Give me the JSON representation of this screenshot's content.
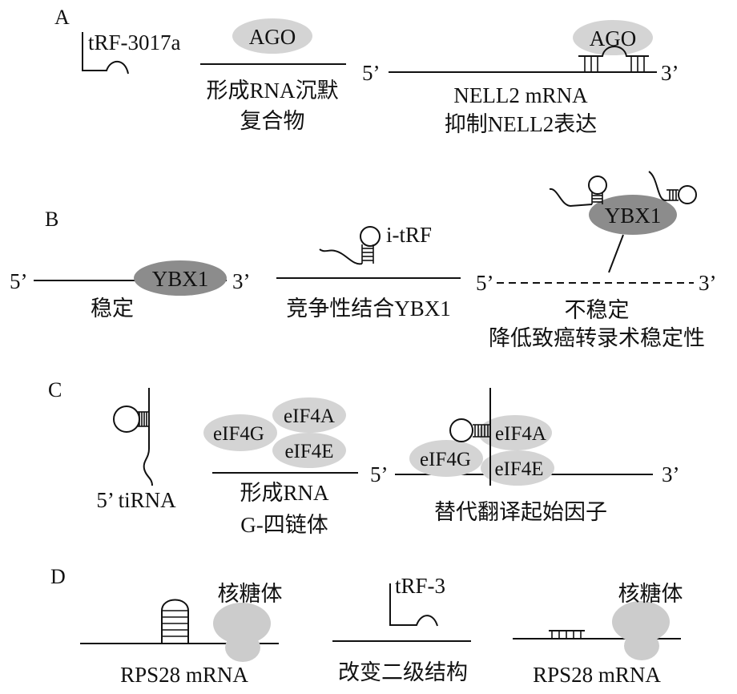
{
  "colors": {
    "light_protein": "#d4d4d4",
    "dark_protein": "#8c8c8c",
    "ribosome": "#cccccc"
  },
  "panels": {
    "a": {
      "label": "A",
      "trf_label": "tRF-3017a",
      "ago_left": "AGO",
      "caption_left": [
        "形成RNA沉默",
        "复合物"
      ],
      "five_prime": "5’",
      "ago_right": "AGO",
      "three_prime": "3’",
      "mrna_label": "NELL2 mRNA",
      "caption_right": "抑制NELL2表达"
    },
    "b": {
      "label": "B",
      "five_prime_left": "5’",
      "ybx1_left": "YBX1",
      "three_prime_left": "3’",
      "caption_left": "稳定",
      "itrf_label": "i-tRF",
      "caption_middle": "竞争性结合YBX1",
      "five_prime_right": "5’",
      "three_prime_right": "3’",
      "ybx1_right": "YBX1",
      "caption_right": [
        "不稳定",
        "降低致癌转录术稳定性"
      ]
    },
    "c": {
      "label": "C",
      "tirna_label": "5’ tiRNA",
      "cluster_left": {
        "g": "eIF4G",
        "a": "eIF4A",
        "e": "eIF4E"
      },
      "caption_left": [
        "形成RNA",
        "G-四链体"
      ],
      "five_prime": "5’",
      "three_prime": "3’",
      "cluster_right": {
        "g": "eIF4G",
        "a": "eIF4A",
        "e": "eIF4E"
      },
      "caption_right": "替代翻译起始因子"
    },
    "d": {
      "label": "D",
      "ribosome_left": "核糖体",
      "mrna_left": "RPS28 mRNA",
      "trf_label": "tRF-3",
      "caption_middle": "改变二级结构",
      "ribosome_right": "核糖体",
      "mrna_right": "RPS28 mRNA"
    }
  }
}
